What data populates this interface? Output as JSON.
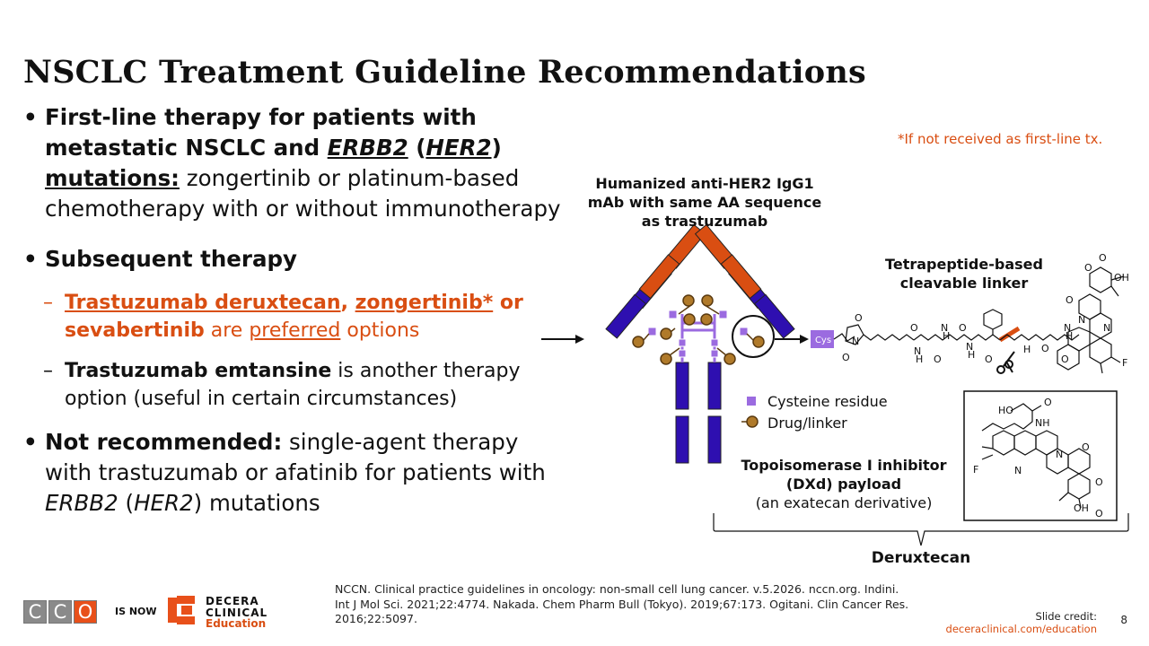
{
  "title": "NSCLC Treatment Guideline Recommendations",
  "bullets": {
    "b1_bold_a": "First-line therapy for patients with metastatic NSCLC and ",
    "b1_erbb2": "ERBB2",
    "b1_paren_open": " (",
    "b1_her2": "HER2",
    "b1_paren_close": ")",
    "b1_mutations": "mutations:",
    "b1_rest": " zongertinib or platinum-based chemotherapy with or without immunotherapy",
    "b2": "Subsequent therapy",
    "s1_dash": "–",
    "s1_drug1": "Trastuzumab deruxtecan",
    "s1_comma": ", ",
    "s1_drug2": "zongertinib*",
    "s1_or": " or ",
    "s1_drug3": "sevabertinib",
    "s1_are": " are ",
    "s1_pref": "preferred",
    "s1_options": " options",
    "s2_dash": "–",
    "s2_bold": "Trastuzumab emtansine",
    "s2_rest": " is another therapy option (useful in certain circumstances)",
    "b3_bold": "Not recommended:",
    "b3_rest_a": " single-agent therapy with trastuzumab or afatinib for patients with ",
    "b3_erbb2": "ERBB2",
    "b3_paren_open": " (",
    "b3_her2": "HER2",
    "b3_rest_b": ") mutations",
    "bullet_glyph": "•"
  },
  "footnote": "*If not received as first-line tx.",
  "diagram": {
    "antibody_label": "Humanized anti-HER2 IgG1 mAb with same AA sequence as trastuzumab",
    "linker_label": "Tetrapeptide-based cleavable linker",
    "legend_cys": "Cysteine residue",
    "legend_drug": "Drug/linker",
    "payload_title": "Topoisomerase I inhibitor (DXd) payload",
    "payload_sub": "(an exatecan derivative)",
    "bracket_label": "Deruxtecan",
    "cys_box": "Cys",
    "atom_o": "O",
    "atom_n": "N",
    "atom_h": "H",
    "atom_oh": "OH",
    "atom_f": "F",
    "atom_nh": "NH",
    "atom_ho": "HO",
    "colors": {
      "heavy_chain": "#d94e12",
      "light_chain": "#2e0fb0",
      "cysteine": "#9b6be0",
      "drug": "#8a5a1e"
    }
  },
  "references": "NCCN. Clinical practice guidelines in oncology: non-small cell lung cancer. v.5.2026. nccn.org. Indini. Int J Mol Sci. 2021;22:4774. Nakada. Chem Pharm Bull (Tokyo). 2019;67:173. Ogitani. Clin Cancer Res. 2016;22:5097.",
  "credit_label": "Slide credit:",
  "credit_link": "deceraclinical.com/education",
  "page_number": "8",
  "logo": {
    "cco_letters": [
      "C",
      "C",
      "O"
    ],
    "cco_colors": [
      "#8a8a8a",
      "#8a8a8a",
      "#e8501a"
    ],
    "is_now": "IS NOW",
    "decera_line1": "DECERA",
    "decera_line2": "CLINICAL",
    "decera_line3": "Education"
  }
}
